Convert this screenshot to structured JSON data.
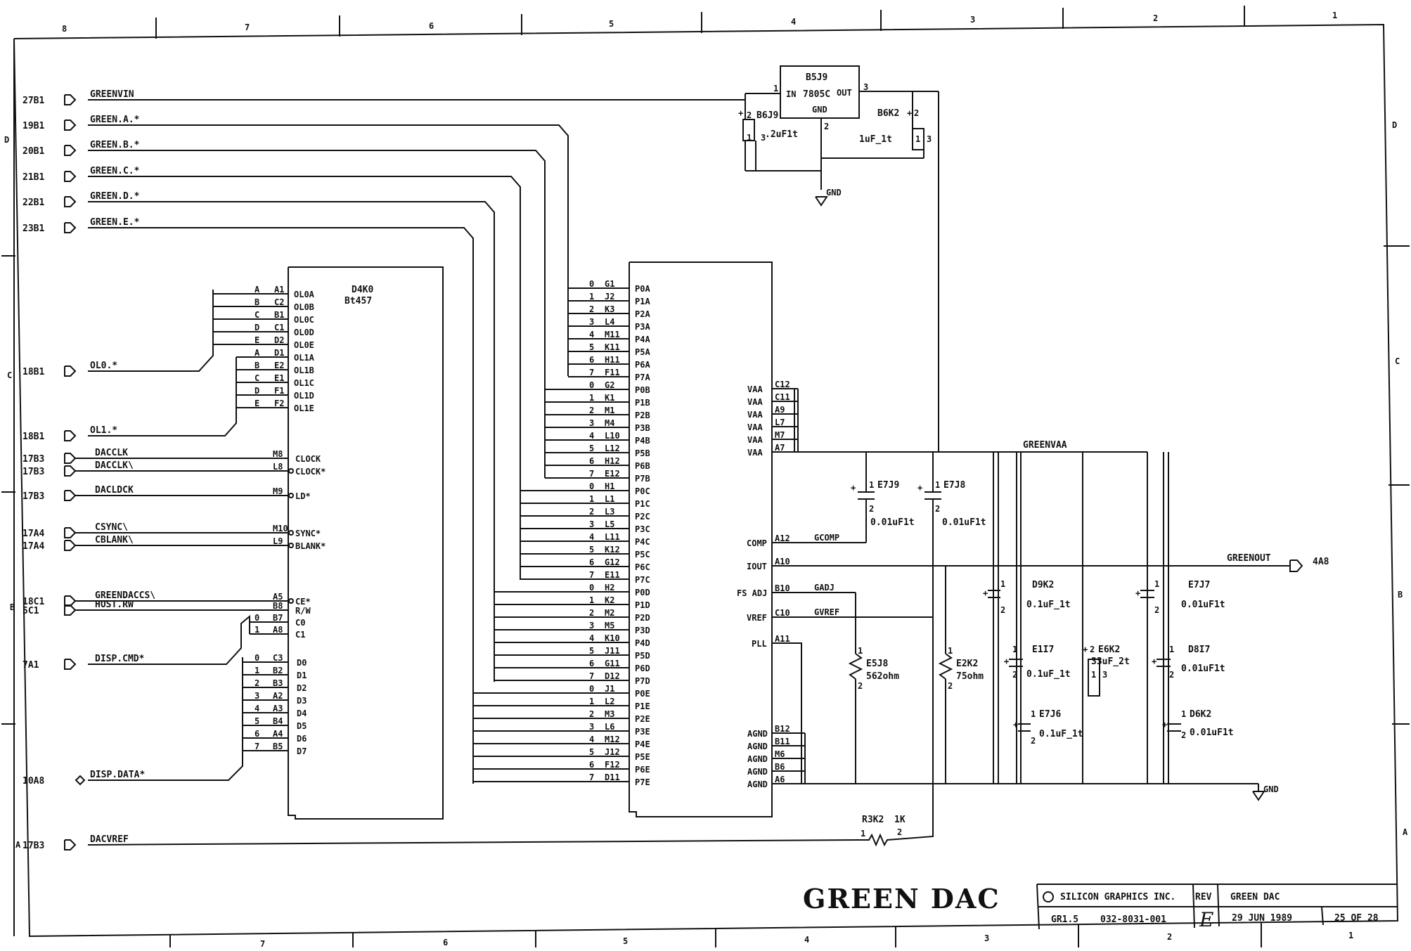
{
  "title": "GREEN DAC",
  "zone_cols": [
    "8",
    "7",
    "6",
    "5",
    "4",
    "3",
    "2",
    "1"
  ],
  "zone_rows": [
    "D",
    "C",
    "B",
    "A"
  ],
  "title_block": {
    "company": "SILICON GRAPHICS INC.",
    "rev_label": "REV",
    "sheet_name": "GREEN DAC",
    "doc_code": "GR1.5",
    "part_number": "032-8031-001",
    "rev": "E",
    "date": "29 JUN 1989",
    "sheet": "25 OF 28"
  },
  "regulator": {
    "ref": "B5J9",
    "part": "7805C",
    "in": "IN",
    "out": "OUT",
    "gnd": "GND",
    "pin_in": "1",
    "pin_out": "3",
    "pin_gnd": "2",
    "cap_left_ref": "B6J9",
    "cap_left_val": ".2uF1t",
    "cap_right_ref": "B6K2",
    "cap_right_val": "1uF_1t",
    "p1": "1",
    "p2": "2",
    "p3": "3",
    "gnd_label": "GND"
  },
  "dac_chip": {
    "ref": "D4K0",
    "part": "Bt457"
  },
  "left_signals": [
    {
      "ref": "27B1",
      "name": "GREENVIN"
    },
    {
      "ref": "19B1",
      "name": "GREEN.A.*"
    },
    {
      "ref": "20B1",
      "name": "GREEN.B.*"
    },
    {
      "ref": "21B1",
      "name": "GREEN.C.*"
    },
    {
      "ref": "22B1",
      "name": "GREEN.D.*"
    },
    {
      "ref": "23B1",
      "name": "GREEN.E.*"
    },
    {
      "ref": "18B1",
      "name": "OL0.*"
    },
    {
      "ref": "18B1",
      "name": "OL1.*"
    },
    {
      "ref": "17B3",
      "name": "DACCLK"
    },
    {
      "ref": "17B3",
      "name": "DACCLK\\"
    },
    {
      "ref": "17B3",
      "name": "DACLDCK"
    },
    {
      "ref": "17A4",
      "name": "CSYNC\\"
    },
    {
      "ref": "17A4",
      "name": "CBLANK\\"
    },
    {
      "ref": "18C1",
      "name": "GREENDACCS\\"
    },
    {
      "ref": "5C1",
      "name": "HOST.RW"
    },
    {
      "ref": "7A1",
      "name": "DISP.CMD*"
    },
    {
      "ref": "10A8",
      "name": "DISP.DATA*"
    },
    {
      "ref": "17B3",
      "name": "DACVREF"
    }
  ],
  "ol_pins": [
    {
      "bit": "A",
      "pin": "A1",
      "name": "OL0A"
    },
    {
      "bit": "B",
      "pin": "C2",
      "name": "OL0B"
    },
    {
      "bit": "C",
      "pin": "B1",
      "name": "OL0C"
    },
    {
      "bit": "D",
      "pin": "C1",
      "name": "OL0D"
    },
    {
      "bit": "E",
      "pin": "D2",
      "name": "OL0E"
    },
    {
      "bit": "A",
      "pin": "D1",
      "name": "OL1A"
    },
    {
      "bit": "B",
      "pin": "E2",
      "name": "OL1B"
    },
    {
      "bit": "C",
      "pin": "E1",
      "name": "OL1C"
    },
    {
      "bit": "D",
      "pin": "F1",
      "name": "OL1D"
    },
    {
      "bit": "E",
      "pin": "F2",
      "name": "OL1E"
    }
  ],
  "ctrl_pins": [
    {
      "pin": "M8",
      "name": "CLOCK"
    },
    {
      "pin": "L8",
      "name": "CLOCK*"
    },
    {
      "pin": "M9",
      "name": "LD*"
    },
    {
      "pin": "M10",
      "name": "SYNC*"
    },
    {
      "pin": "L9",
      "name": "BLANK*"
    },
    {
      "pin": "A5",
      "name": "CE*"
    },
    {
      "pin": "B8",
      "name": "R/W"
    },
    {
      "bit": "0",
      "pin": "B7",
      "name": "C0"
    },
    {
      "bit": "1",
      "pin": "A8",
      "name": "C1"
    }
  ],
  "data_pins": [
    {
      "bit": "0",
      "pin": "C3",
      "name": "D0"
    },
    {
      "bit": "1",
      "pin": "B2",
      "name": "D1"
    },
    {
      "bit": "2",
      "pin": "B3",
      "name": "D2"
    },
    {
      "bit": "3",
      "pin": "A2",
      "name": "D3"
    },
    {
      "bit": "4",
      "pin": "A3",
      "name": "D4"
    },
    {
      "bit": "5",
      "pin": "B4",
      "name": "D5"
    },
    {
      "bit": "6",
      "pin": "A4",
      "name": "D6"
    },
    {
      "bit": "7",
      "pin": "B5",
      "name": "D7"
    }
  ],
  "pixel_pins": [
    {
      "bit": "0",
      "pin": "G1",
      "name": "P0A"
    },
    {
      "bit": "1",
      "pin": "J2",
      "name": "P1A"
    },
    {
      "bit": "2",
      "pin": "K3",
      "name": "P2A"
    },
    {
      "bit": "3",
      "pin": "L4",
      "name": "P3A"
    },
    {
      "bit": "4",
      "pin": "M11",
      "name": "P4A"
    },
    {
      "bit": "5",
      "pin": "K11",
      "name": "P5A"
    },
    {
      "bit": "6",
      "pin": "H11",
      "name": "P6A"
    },
    {
      "bit": "7",
      "pin": "F11",
      "name": "P7A"
    },
    {
      "bit": "0",
      "pin": "G2",
      "name": "P0B"
    },
    {
      "bit": "1",
      "pin": "K1",
      "name": "P1B"
    },
    {
      "bit": "2",
      "pin": "M1",
      "name": "P2B"
    },
    {
      "bit": "3",
      "pin": "M4",
      "name": "P3B"
    },
    {
      "bit": "4",
      "pin": "L10",
      "name": "P4B"
    },
    {
      "bit": "5",
      "pin": "L12",
      "name": "P5B"
    },
    {
      "bit": "6",
      "pin": "H12",
      "name": "P6B"
    },
    {
      "bit": "7",
      "pin": "E12",
      "name": "P7B"
    },
    {
      "bit": "0",
      "pin": "H1",
      "name": "P0C"
    },
    {
      "bit": "1",
      "pin": "L1",
      "name": "P1C"
    },
    {
      "bit": "2",
      "pin": "L3",
      "name": "P2C"
    },
    {
      "bit": "3",
      "pin": "L5",
      "name": "P3C"
    },
    {
      "bit": "4",
      "pin": "L11",
      "name": "P4C"
    },
    {
      "bit": "5",
      "pin": "K12",
      "name": "P5C"
    },
    {
      "bit": "6",
      "pin": "G12",
      "name": "P6C"
    },
    {
      "bit": "7",
      "pin": "E11",
      "name": "P7C"
    },
    {
      "bit": "0",
      "pin": "H2",
      "name": "P0D"
    },
    {
      "bit": "1",
      "pin": "K2",
      "name": "P1D"
    },
    {
      "bit": "2",
      "pin": "M2",
      "name": "P2D"
    },
    {
      "bit": "3",
      "pin": "M5",
      "name": "P3D"
    },
    {
      "bit": "4",
      "pin": "K10",
      "name": "P4D"
    },
    {
      "bit": "5",
      "pin": "J11",
      "name": "P5D"
    },
    {
      "bit": "6",
      "pin": "G11",
      "name": "P6D"
    },
    {
      "bit": "7",
      "pin": "D12",
      "name": "P7D"
    },
    {
      "bit": "0",
      "pin": "J1",
      "name": "P0E"
    },
    {
      "bit": "1",
      "pin": "L2",
      "name": "P1E"
    },
    {
      "bit": "2",
      "pin": "M3",
      "name": "P2E"
    },
    {
      "bit": "3",
      "pin": "L6",
      "name": "P3E"
    },
    {
      "bit": "4",
      "pin": "M12",
      "name": "P4E"
    },
    {
      "bit": "5",
      "pin": "J12",
      "name": "P5E"
    },
    {
      "bit": "6",
      "pin": "F12",
      "name": "P6E"
    },
    {
      "bit": "7",
      "pin": "D11",
      "name": "P7E"
    }
  ],
  "vaa_pins": [
    {
      "pin": "C12",
      "name": "VAA"
    },
    {
      "pin": "C11",
      "name": "VAA"
    },
    {
      "pin": "A9",
      "name": "VAA"
    },
    {
      "pin": "L7",
      "name": "VAA"
    },
    {
      "pin": "M7",
      "name": "VAA"
    },
    {
      "pin": "A7",
      "name": "VAA"
    }
  ],
  "analog_pins": [
    {
      "pin": "A12",
      "name": "COMP",
      "net": "GCOMP"
    },
    {
      "pin": "A10",
      "name": "IOUT",
      "net": ""
    },
    {
      "pin": "B10",
      "name": "FS ADJ",
      "net": "GADJ"
    },
    {
      "pin": "C10",
      "name": "VREF",
      "net": "GVREF"
    },
    {
      "pin": "A11",
      "name": "PLL",
      "net": ""
    }
  ],
  "agnd_pins": [
    {
      "pin": "B12",
      "name": "AGND"
    },
    {
      "pin": "B11",
      "name": "AGND"
    },
    {
      "pin": "M6",
      "name": "AGND"
    },
    {
      "pin": "B6",
      "name": "AGND"
    },
    {
      "pin": "A6",
      "name": "AGND"
    }
  ],
  "nets": {
    "vaa": "GREENVAA",
    "out": "GREENOUT",
    "out_ref": "4A8",
    "gnd": "GND"
  },
  "components": {
    "e7j9": {
      "ref": "E7J9",
      "val": "0.01uF1t"
    },
    "e7j8": {
      "ref": "E7J8",
      "val": "0.01uF1t"
    },
    "e5j8": {
      "ref": "E5J8",
      "val": "562ohm"
    },
    "e2k2": {
      "ref": "E2K2",
      "val": "75ohm"
    },
    "d9k2": {
      "ref": "D9K2",
      "val": "0.1uF_1t"
    },
    "e1i7": {
      "ref": "E1I7",
      "val": "0.1uF_1t"
    },
    "e6k2": {
      "ref": "E6K2",
      "val": "33uF_2t"
    },
    "e7j6": {
      "ref": "E7J6",
      "val": "0.1uF_1t"
    },
    "e7j7": {
      "ref": "E7J7",
      "val": "0.01uF1t"
    },
    "d8i7": {
      "ref": "D8I7",
      "val": "0.01uF1t"
    },
    "d6k2": {
      "ref": "D6K2",
      "val": "0.01uF1t"
    },
    "r3k2": {
      "ref": "R3K2",
      "val": "1K"
    }
  },
  "pins_1": "1",
  "pins_2": "2",
  "pins_3": "3"
}
